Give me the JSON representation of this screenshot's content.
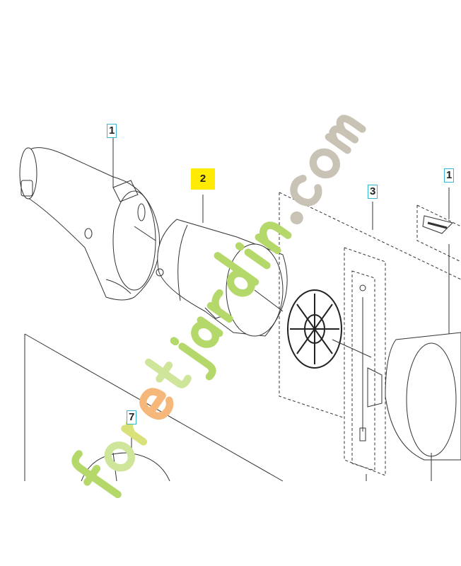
{
  "diagram": {
    "callouts": [
      {
        "id": "part-1",
        "label": "1",
        "style": "cyan-box"
      },
      {
        "id": "part-2",
        "label": "2",
        "style": "yellow-highlight"
      },
      {
        "id": "part-3",
        "label": "3",
        "style": "cyan-box"
      },
      {
        "id": "part-1-right",
        "label": "1",
        "style": "cyan-box"
      },
      {
        "id": "part-7",
        "label": "7",
        "style": "cyan-box"
      }
    ],
    "highlight_color": "#ffeb00",
    "callout_border_color": "#39b6d0"
  },
  "watermark": {
    "text": "foretjardin.com",
    "colors": {
      "green": "#b5d86a",
      "orange": "#f5b77a",
      "gray": "#c9c3b6"
    }
  }
}
